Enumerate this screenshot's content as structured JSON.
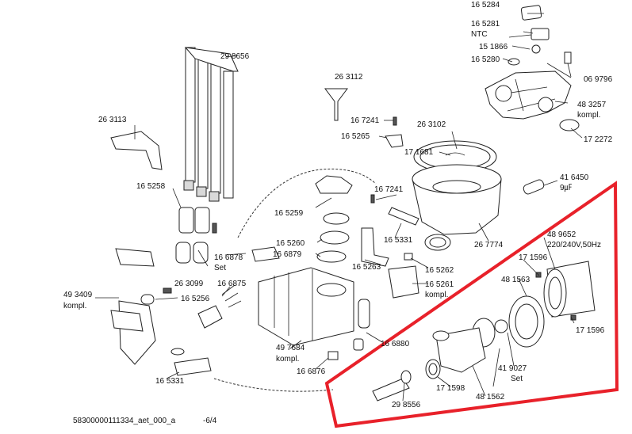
{
  "labels": {
    "p165284": "16 5284",
    "p165281": "16 5281",
    "ntc": "NTC",
    "p151866": "15 1866",
    "p165280": "16 5280",
    "p069796": "06 9796",
    "p483257": "48 3257",
    "kompl1": "kompl.",
    "p172272": "17 2272",
    "p298656": "29 8656",
    "p263112": "26 3112",
    "p263113": "26 3113",
    "p167241a": "16 7241",
    "p165265": "16 5265",
    "p263102": "26 3102",
    "p171681": "17 1681",
    "p416450": "41 6450",
    "f9mf": "9㎌",
    "p165258": "16 5258",
    "p167241b": "16 7241",
    "p165259": "16 5259",
    "p165260": "16 5260",
    "p165331a": "16 5331",
    "p267774": "26 7774",
    "p489652": "48 9652",
    "volt": "220/240V,50Hz",
    "p166878": "16 6878",
    "set1": "Set",
    "p166879": "16 6879",
    "p171596a": "17 1596",
    "p165263": "16 5263",
    "p165262": "16 5262",
    "p481563": "48 1563",
    "p493409": "49 3409",
    "kompl2": "kompl.",
    "p263099": "26 3099",
    "p166875": "16 6875",
    "p165261": "16 5261",
    "kompl3": "kompl.",
    "p165256": "16 5256",
    "p171596b": "17 1596",
    "p497684": "49 7684",
    "kompl4": "kompl.",
    "p166880": "16 6880",
    "p419027": "41 9027",
    "set2": "Set",
    "p166876": "16 6876",
    "p165331b": "16 5331",
    "p171598": "17 1598",
    "p481562": "48 1562",
    "p298556": "29 8556"
  },
  "footer": {
    "doc_code": "58300000111334_aet_000_a",
    "page": "-6/4"
  },
  "highlight": {
    "color": "#e8212a"
  }
}
